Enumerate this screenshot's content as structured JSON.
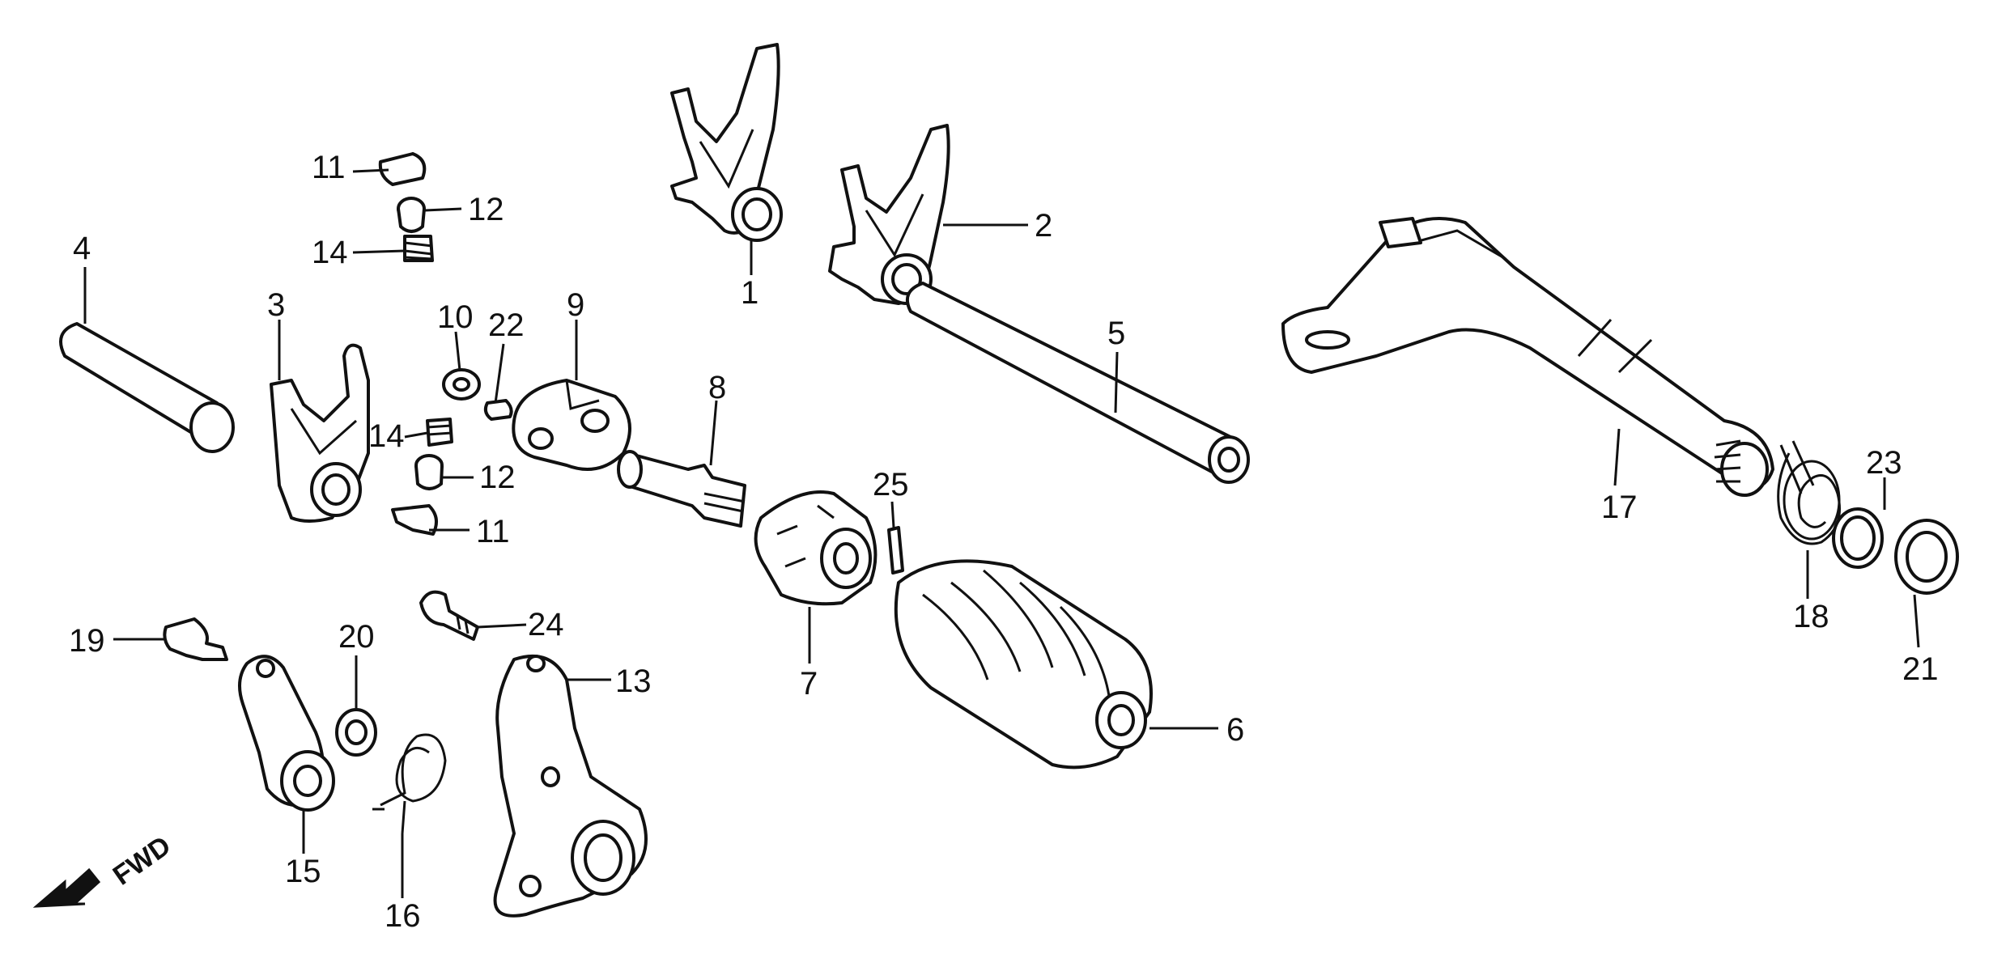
{
  "callouts": {
    "c1": "1",
    "c2": "2",
    "c3": "3",
    "c4": "4",
    "c5": "5",
    "c6": "6",
    "c7": "7",
    "c8": "8",
    "c9": "9",
    "c10": "10",
    "c11a": "11",
    "c11b": "11",
    "c12a": "12",
    "c12b": "12",
    "c13": "13",
    "c14a": "14",
    "c14b": "14",
    "c15": "15",
    "c16": "16",
    "c17": "17",
    "c18": "18",
    "c19": "19",
    "c20": "20",
    "c21": "21",
    "c22": "22",
    "c23": "23",
    "c24": "24",
    "c25": "25"
  },
  "direction_indicator": {
    "label": "FWD"
  }
}
